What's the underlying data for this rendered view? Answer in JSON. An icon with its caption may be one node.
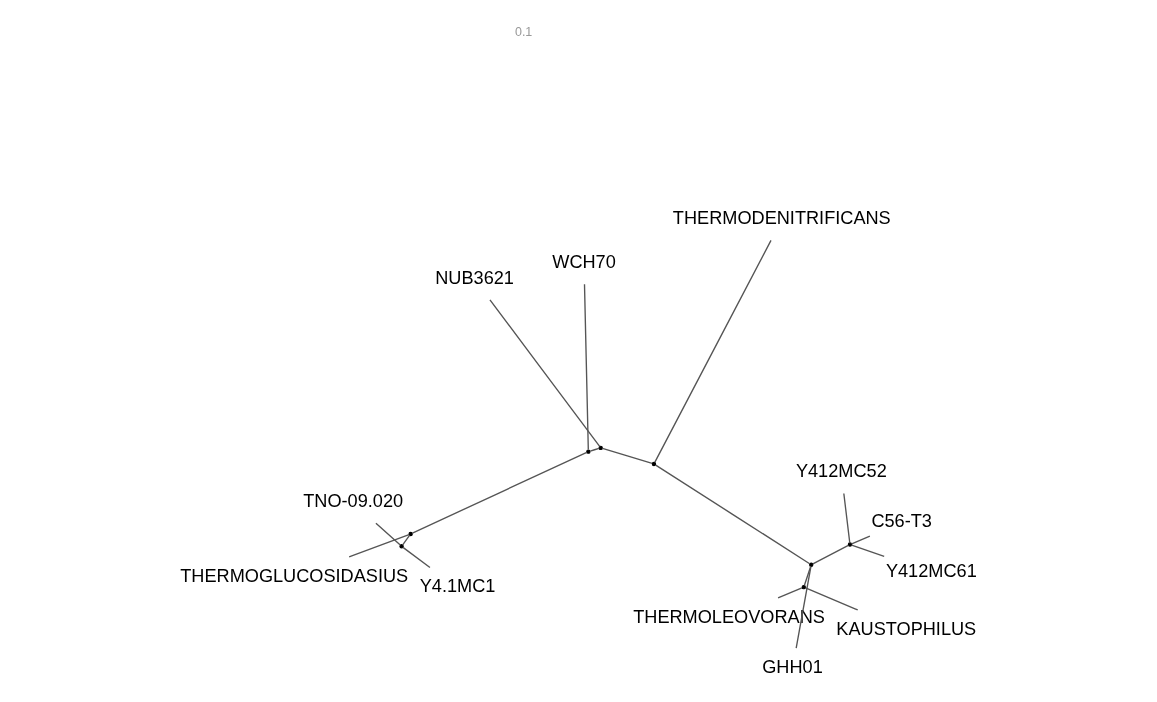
{
  "diagram": {
    "nodes": [
      {
        "text": [
          "NUB3621"
        ]
      },
      {
        "text": [
          "WCH70"
        ]
      },
      {
        "text": [
          "GHH01"
        ]
      },
      {
        "text": [
          "C56-T3"
        ]
      },
      {
        "text": [
          "Y412MC61"
        ]
      },
      {
        "text": [
          "Y412MC52"
        ]
      },
      {
        "text": [
          "THERMOLEOVORANS"
        ]
      },
      {
        "text": [
          "KAUSTOPHILUS"
        ]
      },
      {
        "text": [
          "TNO-09.020"
        ]
      },
      {
        "text": [
          "Y4.1MC1"
        ]
      },
      {
        "text": [
          "THERMOGLUCOSIDASIUS"
        ]
      },
      {
        "text": [
          "THERMODENITRIFICANS"
        ]
      },
      {
        "text": [],
        "shape": "point"
      },
      {
        "text": [],
        "shape": "point"
      },
      {
        "text": [],
        "shape": "point"
      },
      {
        "text": [],
        "shape": "point"
      },
      {
        "text": [],
        "shape": "point"
      },
      {
        "text": [],
        "shape": "point"
      },
      {
        "text": [],
        "shape": "point"
      },
      {
        "text": [],
        "shape": "point"
      }
    ],
    "edges": [
      {
        "from": 12,
        "to": 1,
        "arrow": "none"
      },
      {
        "from": 12,
        "to": 18,
        "arrow": "none"
      },
      {
        "from": 12,
        "to": 13,
        "arrow": "none"
      },
      {
        "from": 13,
        "to": 0,
        "arrow": "none"
      },
      {
        "from": 13,
        "to": 14,
        "arrow": "none"
      },
      {
        "from": 14,
        "to": 11,
        "arrow": "none"
      },
      {
        "from": 14,
        "to": 15,
        "arrow": "none"
      },
      {
        "from": 15,
        "to": 2,
        "arrow": "none"
      },
      {
        "from": 15,
        "to": 16,
        "arrow": "none"
      },
      {
        "from": 15,
        "to": 17,
        "arrow": "none"
      },
      {
        "from": 16,
        "to": 3,
        "arrow": "none"
      },
      {
        "from": 16,
        "to": 4,
        "arrow": "none"
      },
      {
        "from": 16,
        "to": 5,
        "arrow": "none"
      },
      {
        "from": 17,
        "to": 6,
        "arrow": "none"
      },
      {
        "from": 17,
        "to": 7,
        "arrow": "none"
      },
      {
        "from": 18,
        "to": 10,
        "arrow": "none"
      },
      {
        "from": 18,
        "to": 19,
        "arrow": "none"
      },
      {
        "from": 19,
        "to": 8,
        "arrow": "none"
      },
      {
        "from": 19,
        "to": 9,
        "arrow": "none"
      }
    ],
    "labels": [
      "0.1"
    ]
  }
}
